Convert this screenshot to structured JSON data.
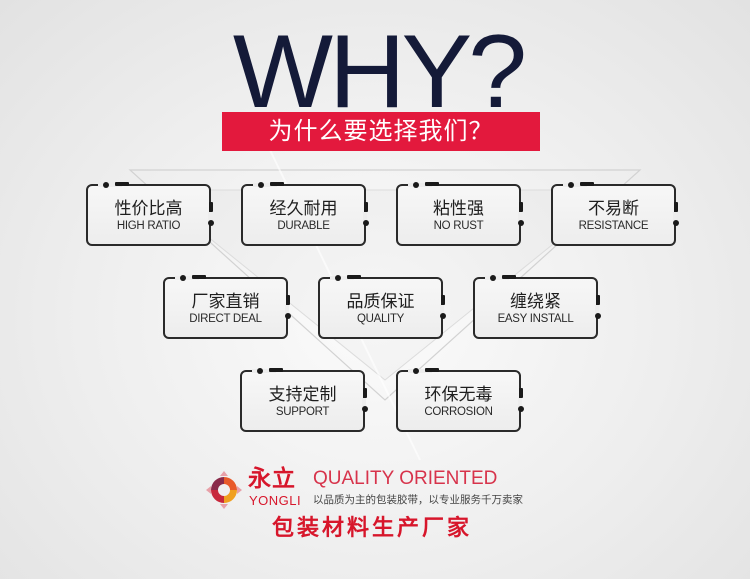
{
  "header": {
    "title": "WHY?",
    "subtitle": "为什么要选择我们？",
    "accent_color": "#e3193d",
    "title_color": "#141a38"
  },
  "features": [
    {
      "cn": "性价比高",
      "en": "HIGH RATIO"
    },
    {
      "cn": "经久耐用",
      "en": "DURABLE"
    },
    {
      "cn": "粘性强",
      "en": "NO RUST"
    },
    {
      "cn": "不易断",
      "en": "RESISTANCE"
    },
    {
      "cn": "厂家直销",
      "en": "DIRECT DEAL"
    },
    {
      "cn": "品质保证",
      "en": "QUALITY"
    },
    {
      "cn": "缠绕紧",
      "en": "EASY INSTALL"
    },
    {
      "cn": "支持定制",
      "en": "SUPPORT"
    },
    {
      "cn": "环保无毒",
      "en": "CORROSION"
    }
  ],
  "footer": {
    "logo_icon": "yongli-logo-icon",
    "brand_cn": "永立",
    "brand_en": "YONGLI",
    "slogan_en": "QUALITY ORIENTED",
    "slogan_cn": "以品质为主的包装胶带，以专业服务千万卖家",
    "tagline": "包装材料生产厂家",
    "brand_color": "#d7162b"
  }
}
